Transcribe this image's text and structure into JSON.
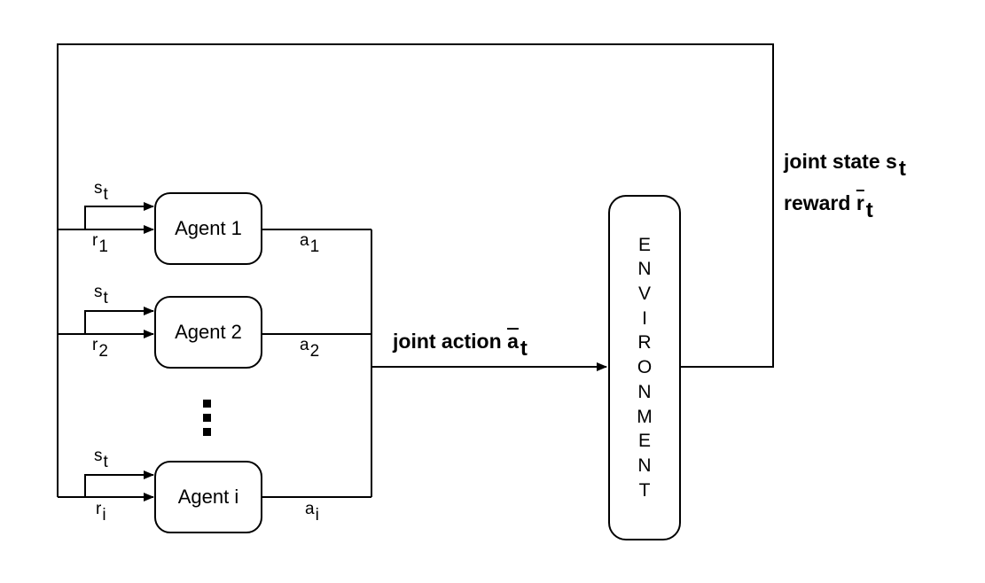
{
  "agents": [
    {
      "label": "Agent 1",
      "state_sym": "s",
      "state_sub": "t",
      "reward_sym": "r",
      "reward_sub": "1",
      "action_sym": "a",
      "action_sub": "1"
    },
    {
      "label": "Agent 2",
      "state_sym": "s",
      "state_sub": "t",
      "reward_sym": "r",
      "reward_sub": "2",
      "action_sym": "a",
      "action_sub": "2"
    },
    {
      "label": "Agent i",
      "state_sym": "s",
      "state_sub": "t",
      "reward_sym": "r",
      "reward_sub": "i",
      "action_sym": "a",
      "action_sub": "i"
    }
  ],
  "ellipsis": "⋮",
  "environment": {
    "letters": [
      "E",
      "N",
      "V",
      "I",
      "R",
      "O",
      "N",
      "M",
      "E",
      "N",
      "T"
    ]
  },
  "joint_action": {
    "text": "joint action",
    "sym": "a",
    "sub": "t"
  },
  "joint_state": {
    "text": "joint state",
    "sym": "s",
    "sub": "t"
  },
  "reward": {
    "text": "reward",
    "sym": "r",
    "sub": "t"
  }
}
